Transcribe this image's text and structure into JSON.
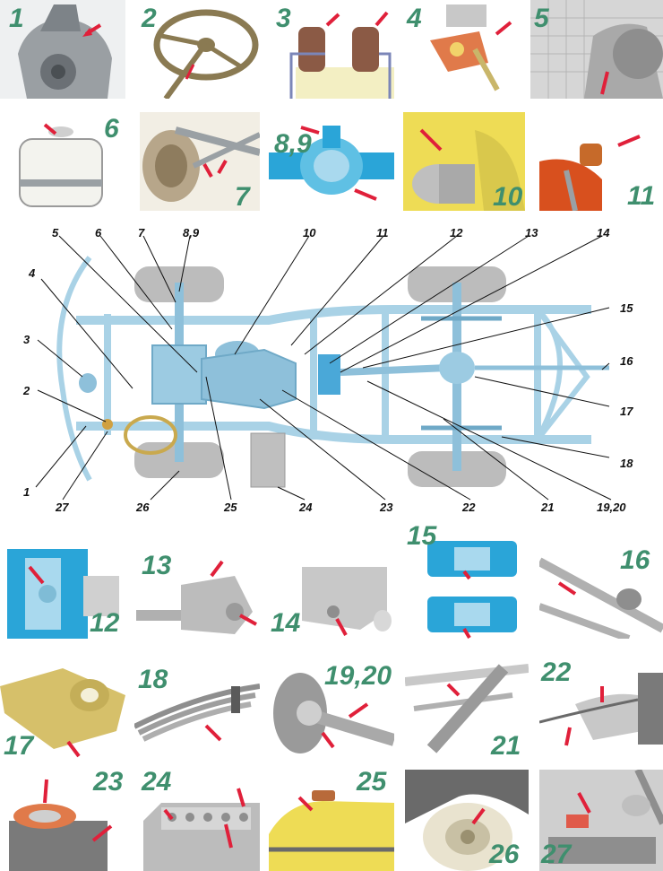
{
  "tiles": [
    {
      "n": "1"
    },
    {
      "n": "2"
    },
    {
      "n": "3"
    },
    {
      "n": "4"
    },
    {
      "n": "5"
    },
    {
      "n": "6"
    },
    {
      "n": "7"
    },
    {
      "n": "8,9"
    },
    {
      "n": "10"
    },
    {
      "n": "11"
    },
    {
      "n": "12"
    },
    {
      "n": "13"
    },
    {
      "n": "14"
    },
    {
      "n": "15"
    },
    {
      "n": "16"
    },
    {
      "n": "17"
    },
    {
      "n": "18"
    },
    {
      "n": "19,20"
    },
    {
      "n": "21"
    },
    {
      "n": "22"
    },
    {
      "n": "23"
    },
    {
      "n": "24"
    },
    {
      "n": "25"
    },
    {
      "n": "26"
    },
    {
      "n": "27"
    }
  ],
  "callouts": {
    "c5": "5",
    "c6": "6",
    "c7": "7",
    "c89": "8,9",
    "c10": "10",
    "c11": "11",
    "c12": "12",
    "c13": "13",
    "c14": "14",
    "c4": "4",
    "c3": "3",
    "c2": "2",
    "c1": "1",
    "c27": "27",
    "c26": "26",
    "c25": "25",
    "c24": "24",
    "c23": "23",
    "c22": "22",
    "c21": "21",
    "c1920": "19,20",
    "c18": "18",
    "c17": "17",
    "c16": "16",
    "c15": "15"
  },
  "colors": {
    "label_green": "#3f8f6e",
    "arrow_red": "#e0203a",
    "frame_blue": "#a9d2e6",
    "wheel_gray": "#bcbcbc"
  }
}
